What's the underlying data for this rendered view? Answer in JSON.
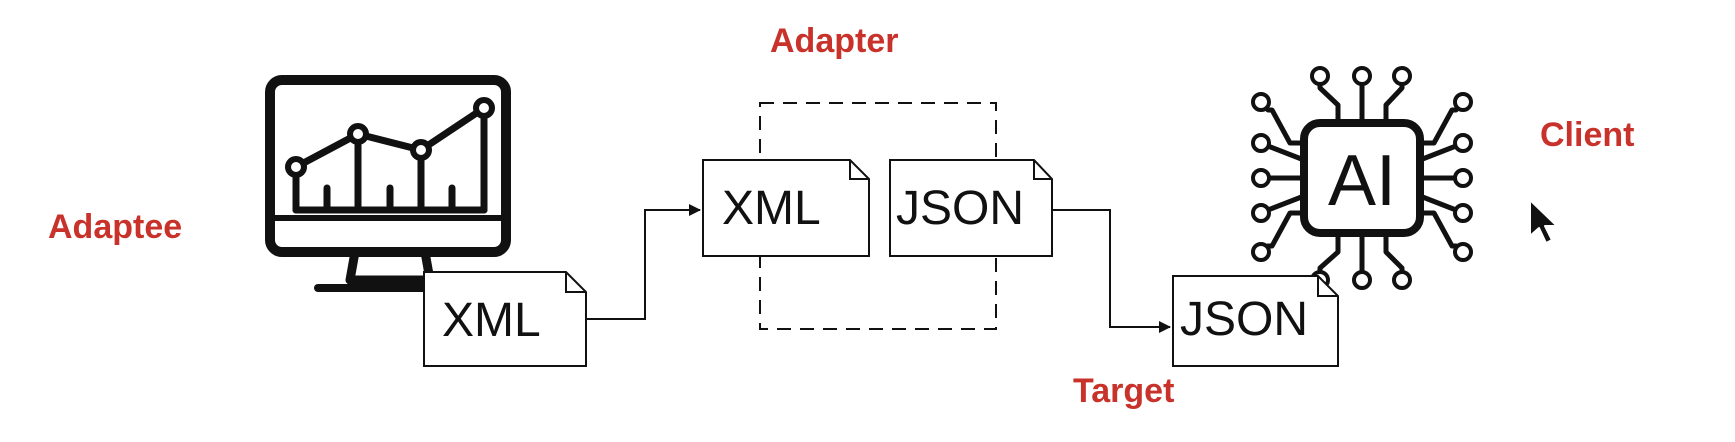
{
  "colors": {
    "label": "#c8322a",
    "ink": "#111111",
    "paper": "#ffffff"
  },
  "labels": {
    "adaptee": "Adaptee",
    "adapter": "Adapter",
    "client": "Client",
    "target": "Target"
  },
  "documents": {
    "adaptee_doc": "XML",
    "adapter_input": "XML",
    "adapter_output": "JSON",
    "target_doc": "JSON"
  },
  "ai_chip": "AI",
  "icons": {
    "monitor": "monitor-chart-icon",
    "chip": "ai-chip-icon",
    "cursor": "mouse-cursor-icon"
  }
}
